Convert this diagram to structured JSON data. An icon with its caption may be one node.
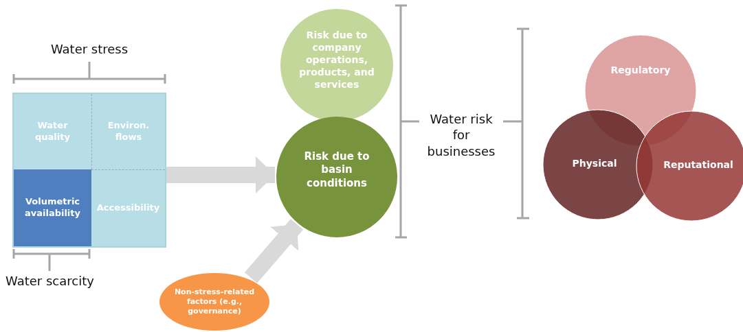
{
  "diagram": {
    "nodes": [
      {
        "text": [],
        "shape": "box"
      },
      {
        "text": [
          "Water quality"
        ],
        "in": 0
      },
      {
        "text": [
          "Environ. flows"
        ],
        "in": 0
      },
      {
        "text": [
          "Volumetric availability"
        ],
        "in": 0
      },
      {
        "text": [
          "Accessibility"
        ],
        "in": 0
      },
      {
        "text": [
          "Risk due to company operations, products, and services"
        ]
      },
      {
        "text": [
          "Risk due to basin conditions"
        ]
      },
      {
        "text": [
          "Non-stress-related factors (e.g., governance)"
        ]
      },
      {
        "text": [
          "Regulatory"
        ]
      },
      {
        "text": [
          "Physical"
        ]
      },
      {
        "text": [
          "Reputational"
        ]
      }
    ],
    "edges": [
      {
        "from": 0,
        "to": 6,
        "arrow": "to"
      },
      {
        "from": 7,
        "to": 6,
        "arrow": "to"
      }
    ],
    "labels": [
      "Water stress",
      "Water scarcity",
      "Water risk for businesses"
    ]
  }
}
